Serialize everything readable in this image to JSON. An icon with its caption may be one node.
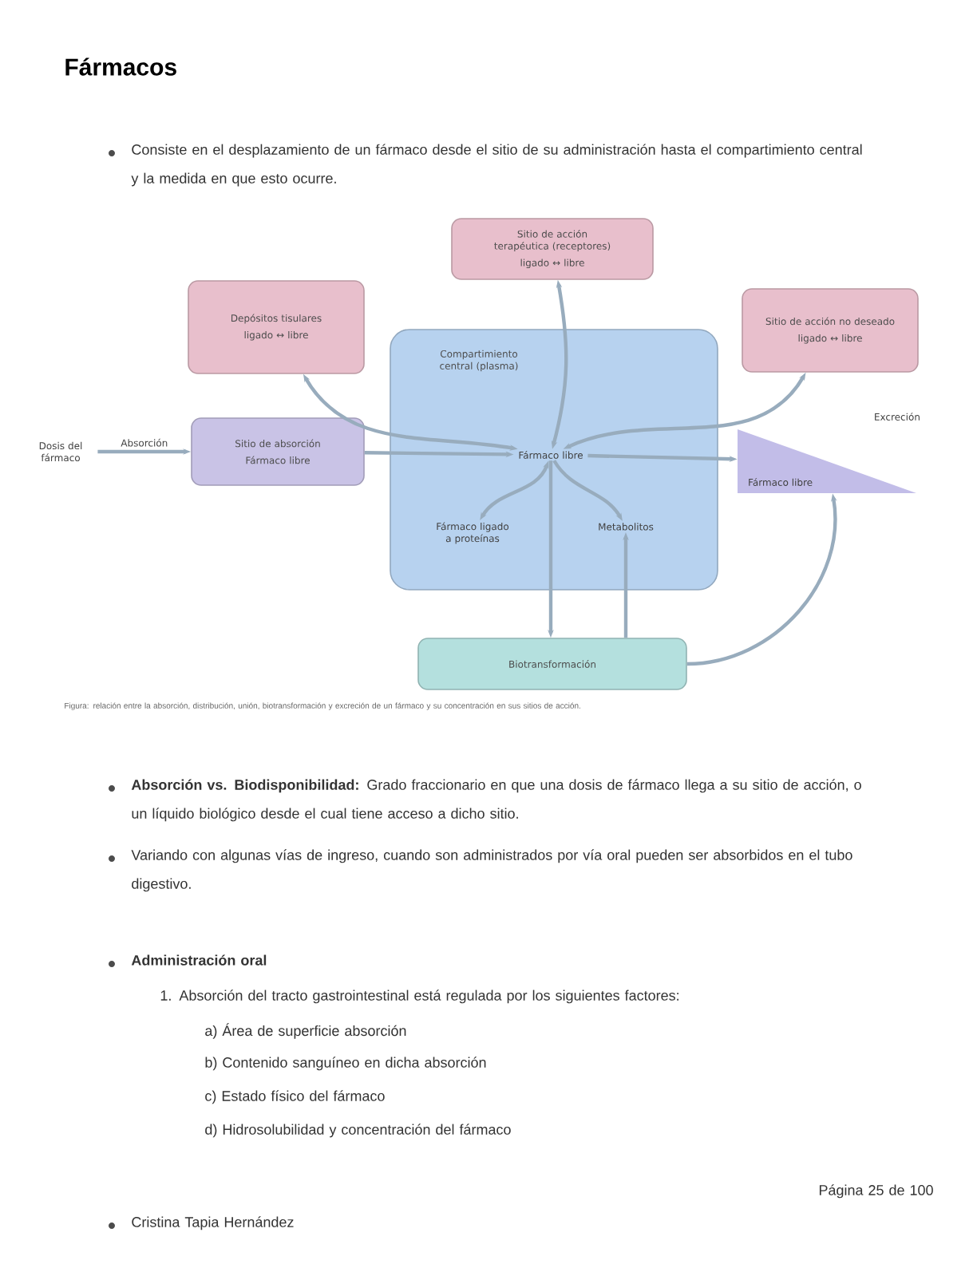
{
  "diagram": {
    "title": "Fármacos",
    "caption": "Figura: relación entre la absorción, distribución, unión, biotransformación y excreción de un fármaco y su concentración en sus sitios de acción.",
    "nodes": [
      {
        "text": [
          "Dosis del fármaco"
        ]
      },
      {
        "text": [
          "Sitio de absorción",
          "Fármaco libre"
        ]
      },
      {
        "text": [
          "Depósitos tisulares",
          "ligado ↔ libre"
        ]
      },
      {
        "text": [
          "Sitio de acción terapéutica (receptores)",
          "ligado ↔ libre"
        ]
      },
      {
        "text": [
          "Sitio de acción no deseado",
          "ligado ↔ libre"
        ]
      },
      {
        "text": [
          "Compartimiento central (plasma)"
        ]
      },
      {
        "text": [
          "Fármaco libre"
        ],
        "in": 5
      },
      {
        "text": [
          "Fármaco ligado a proteínas"
        ],
        "in": 5
      },
      {
        "text": [
          "Metabolitos"
        ],
        "in": 5
      },
      {
        "text": [
          "Fármaco libre"
        ],
        "beside": [
          "Excreción"
        ]
      },
      {
        "text": [
          "Biotransformación"
        ]
      }
    ],
    "edges": [
      {
        "from": 0,
        "to": 1,
        "arrow": "to",
        "label": "Absorción"
      },
      {
        "from": 1,
        "to": 6,
        "arrow": "to"
      },
      {
        "from": 6,
        "to": 9,
        "arrow": "to"
      },
      {
        "from": 2,
        "to": 6,
        "arrow": "both"
      },
      {
        "from": 3,
        "to": 6,
        "arrow": "both"
      },
      {
        "from": 4,
        "to": 6,
        "arrow": "both"
      },
      {
        "from": 6,
        "to": 7,
        "arrow": "both"
      },
      {
        "from": 6,
        "to": 8,
        "arrow": "to"
      },
      {
        "from": 6,
        "to": 10,
        "arrow": "to"
      },
      {
        "from": 10,
        "to": 8,
        "arrow": "to"
      },
      {
        "from": 10,
        "to": 9,
        "arrow": "to"
      }
    ],
    "labels": [
      "Consiste en el desplazamiento de un fármaco desde el sitio de su administración hasta el compartimiento central y la medida en que esto ocurre.",
      "**Absorción vs. Biodisponibilidad:** Grado fraccionario en que una dosis de fármaco llega a su sitio de acción, o un líquido biológico desde el cual tiene acceso a dicho sitio.",
      "Variando con algunas vías de ingreso, cuando son administrados por vía oral pueden ser absorbidos en el tubo digestivo.",
      "Administración oral",
      "1. Absorción del tracto gastrointestinal está regulada por los siguientes factores:",
      "a) Área de superficie absorción",
      "b) Contenido sanguíneo en dicha absorción",
      "c) Estado físico del fármaco",
      "d) Hidrosolubilidad y concentración del fármaco",
      "Página 25 de 100",
      "Cristina Tapia Hernández"
    ]
  }
}
